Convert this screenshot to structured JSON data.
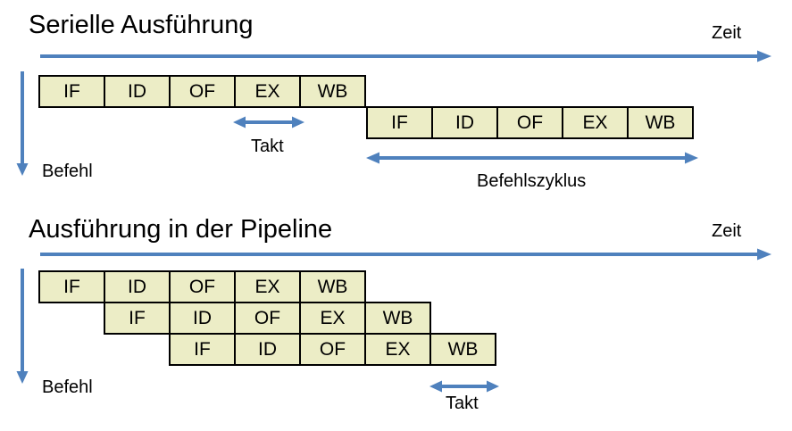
{
  "colors": {
    "box_fill": "#ECEDC6",
    "box_border": "#000000",
    "arrow_blue": "#4F81BD",
    "text": "#000000",
    "background": "#FFFFFF"
  },
  "serial": {
    "title": "Serielle Ausführung",
    "time_label": "Zeit",
    "instruction_label": "Befehl",
    "clock_label": "Takt",
    "cycle_label": "Befehlszyklus",
    "rows": [
      {
        "stages": [
          "IF",
          "ID",
          "OF",
          "EX",
          "WB"
        ]
      },
      {
        "stages": [
          "IF",
          "ID",
          "OF",
          "EX",
          "WB"
        ]
      }
    ]
  },
  "pipeline": {
    "title": "Ausführung in der Pipeline",
    "time_label": "Zeit",
    "instruction_label": "Befehl",
    "clock_label": "Takt",
    "rows": [
      {
        "stages": [
          "IF",
          "ID",
          "OF",
          "EX",
          "WB"
        ]
      },
      {
        "stages": [
          "IF",
          "ID",
          "OF",
          "EX",
          "WB"
        ]
      },
      {
        "stages": [
          "IF",
          "ID",
          "OF",
          "EX",
          "WB"
        ]
      }
    ]
  }
}
